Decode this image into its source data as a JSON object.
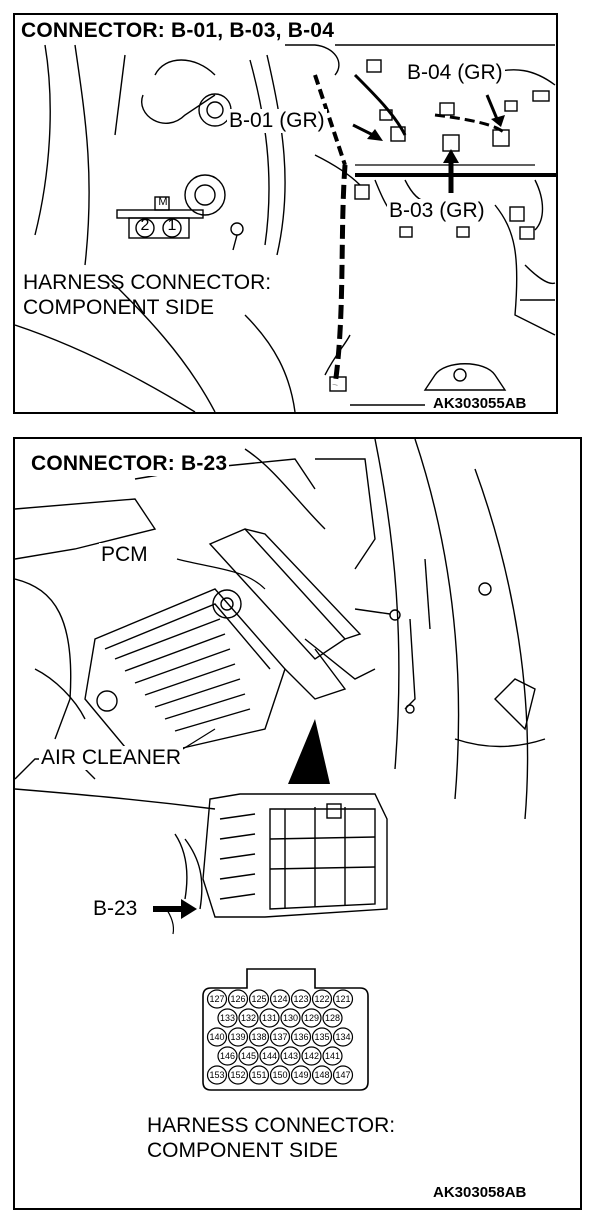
{
  "panel1": {
    "title": "CONNECTOR: B-01, B-03, B-04",
    "callouts": {
      "b04": "B-04 (GR)",
      "b01": "B-01 (GR)",
      "b03": "B-03 (GR)"
    },
    "connector_mark": "M",
    "connector_pins": [
      "2",
      "1"
    ],
    "harness_label_1": "HARNESS CONNECTOR:",
    "harness_label_2": "COMPONENT SIDE",
    "figure_code": "AK303055AB"
  },
  "panel2": {
    "title": "CONNECTOR: B-23",
    "labels": {
      "pcm": "PCM",
      "air_cleaner": "AIR CLEANER",
      "b23": "B-23"
    },
    "pin_rows": [
      [
        "127",
        "126",
        "125",
        "124",
        "123",
        "122",
        "121"
      ],
      [
        "133",
        "132",
        "131",
        "130",
        "129",
        "128"
      ],
      [
        "140",
        "139",
        "138",
        "137",
        "136",
        "135",
        "134"
      ],
      [
        "146",
        "145",
        "144",
        "143",
        "142",
        "141"
      ],
      [
        "153",
        "152",
        "151",
        "150",
        "149",
        "148",
        "147"
      ]
    ],
    "harness_label_1": "HARNESS CONNECTOR:",
    "harness_label_2": "COMPONENT SIDE",
    "figure_code": "AK303058AB"
  }
}
